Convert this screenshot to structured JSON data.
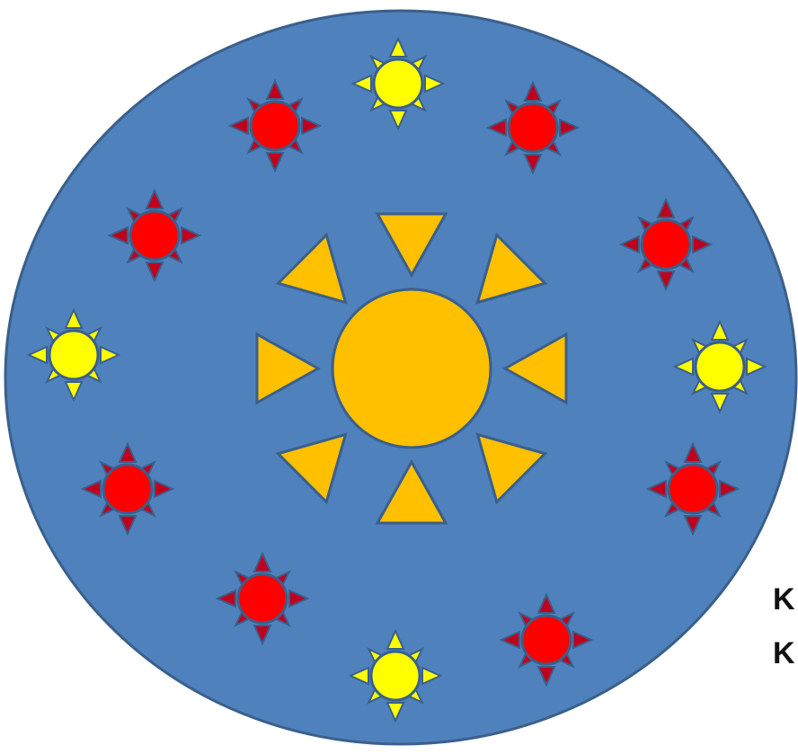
{
  "colors": {
    "background": "#ffffff",
    "disc_fill": "#4f81bd",
    "outline": "#3a5f8b",
    "big_sun": "#ffc000",
    "sun_red": "#ff0000",
    "sun_yellow": "#ffff00",
    "ray_red": "#c0001c"
  },
  "small_suns": [
    {
      "name": "sun-top",
      "color": "yellow"
    },
    {
      "name": "sun-top-right",
      "color": "red"
    },
    {
      "name": "sun-right-upper",
      "color": "red"
    },
    {
      "name": "sun-right",
      "color": "yellow"
    },
    {
      "name": "sun-right-lower",
      "color": "red"
    },
    {
      "name": "sun-bottom-right",
      "color": "red"
    },
    {
      "name": "sun-bottom",
      "color": "yellow"
    },
    {
      "name": "sun-bottom-left",
      "color": "red"
    },
    {
      "name": "sun-left-lower",
      "color": "red"
    },
    {
      "name": "sun-left",
      "color": "yellow"
    },
    {
      "name": "sun-left-upper",
      "color": "red"
    },
    {
      "name": "sun-top-left",
      "color": "red"
    }
  ],
  "cut_text": {
    "line_1": "K",
    "line_2": "K"
  }
}
